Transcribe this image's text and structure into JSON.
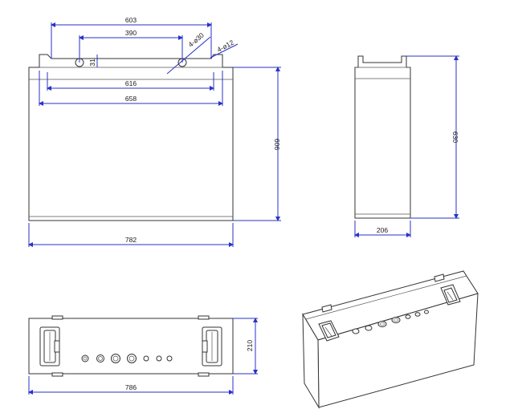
{
  "front_view": {
    "dim_width_top": "603",
    "dim_hole_spacing": "390",
    "dim_hole_offset": "31",
    "dim_hole_large": "4-⌀30",
    "dim_hole_small": "4-⌀12",
    "dim_inner_width": "616",
    "dim_handle_width": "658",
    "dim_height": "606",
    "dim_overall_width": "782"
  },
  "side_view": {
    "dim_height": "630",
    "dim_depth": "206"
  },
  "top_view": {
    "dim_depth": "210",
    "dim_width": "786"
  },
  "colors": {
    "dimension_line": "#2a32c8",
    "outline": "#333333"
  }
}
